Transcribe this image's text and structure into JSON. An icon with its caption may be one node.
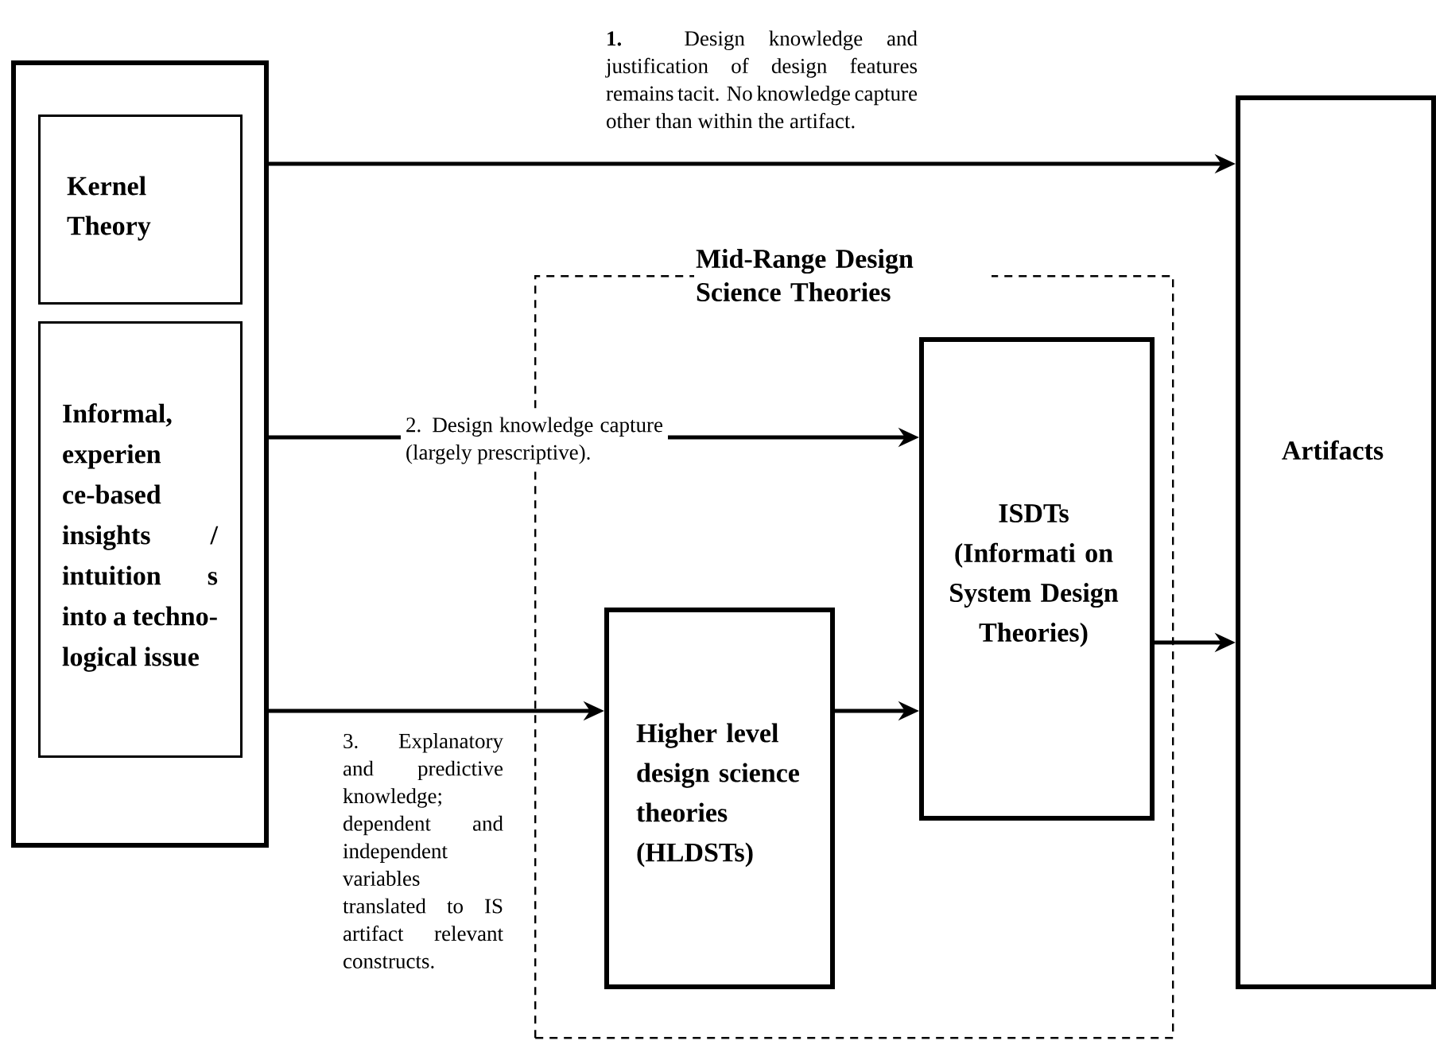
{
  "diagram": {
    "nodes": [
      {
        "text": [],
        "shape": "box"
      },
      {
        "text": [
          "Kernel Theory"
        ],
        "in": 0
      },
      {
        "text": [
          "Informal, experien ce-based insights / intuition s into a techno- logical issue"
        ],
        "in": 0
      },
      {
        "text": [
          "Mid-Range Design Science Theories"
        ]
      },
      {
        "text": [
          "ISDTs (Informati on System Design Theories)"
        ],
        "in": 3
      },
      {
        "text": [
          "Higher level design science theories (HLDSTs)"
        ],
        "in": 3
      },
      {
        "text": [
          "Artifacts"
        ]
      }
    ],
    "edges": [
      {
        "from": 0,
        "to": 6,
        "arrow": "to",
        "label": "**1.** Design knowledge and justification of design features remains tacit. No knowledge capture other than within the artifact."
      },
      {
        "from": 0,
        "to": 4,
        "arrow": "to",
        "label": "2. Design knowledge capture (largely prescriptive)."
      },
      {
        "from": 0,
        "to": 5,
        "arrow": "to",
        "label": "3. Explanatory and predictive knowledge; dependent and independent variables translated to IS artifact relevant constructs."
      },
      {
        "from": 5,
        "to": 4,
        "arrow": "to"
      },
      {
        "from": 4,
        "to": 6,
        "arrow": "to"
      }
    ]
  }
}
